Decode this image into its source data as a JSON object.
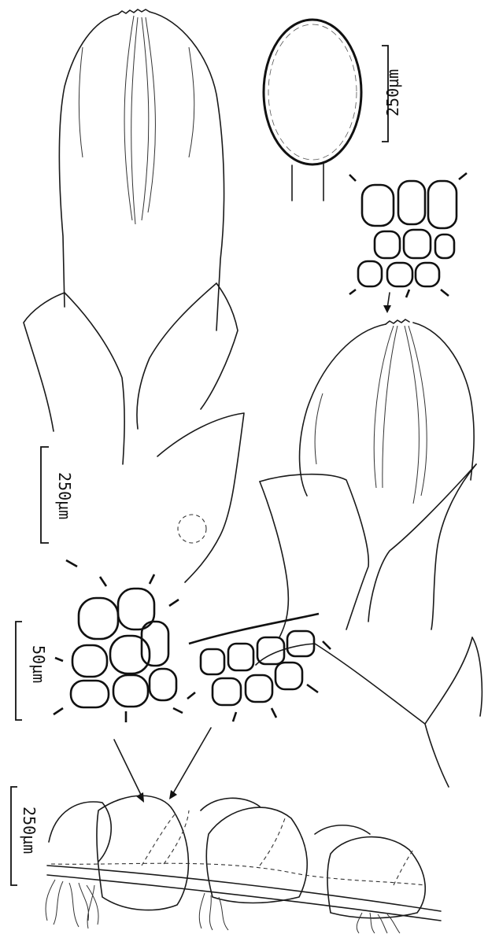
{
  "scale_bars": [
    {
      "id": "perianth",
      "label": "250µm"
    },
    {
      "id": "capsule",
      "label": "250µm"
    },
    {
      "id": "cells",
      "label": "50µm"
    },
    {
      "id": "shoot",
      "label": "250µm"
    }
  ]
}
